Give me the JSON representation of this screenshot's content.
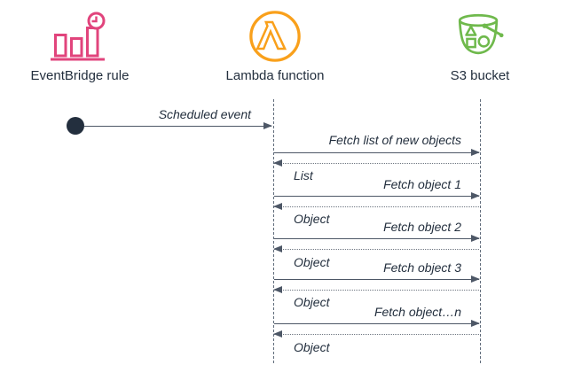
{
  "actors": [
    {
      "name": "eventbridge",
      "label": "EventBridge rule",
      "icon": "eventbridge-rule-icon",
      "color": "#e1447c"
    },
    {
      "name": "lambda",
      "label": "Lambda function",
      "icon": "lambda-function-icon",
      "color": "#f9a01b"
    },
    {
      "name": "s3",
      "label": "S3 bucket",
      "icon": "s3-bucket-icon",
      "color": "#6fb94c"
    }
  ],
  "start_message": {
    "label": "Scheduled event",
    "from": "eventbridge",
    "to": "lambda",
    "line": "solid"
  },
  "exchanges": [
    {
      "request": "Fetch list of new objects",
      "response": "List"
    },
    {
      "request": "Fetch object 1",
      "response": "Object"
    },
    {
      "request": "Fetch object 2",
      "response": "Object"
    },
    {
      "request": "Fetch object 3",
      "response": "Object"
    },
    {
      "request": "Fetch object…n",
      "response": "Object"
    }
  ],
  "colors": {
    "text": "#232f3e",
    "arrow": "#4d5766",
    "response_line": "#6e7681",
    "lifeline": "#5f6b7a"
  }
}
